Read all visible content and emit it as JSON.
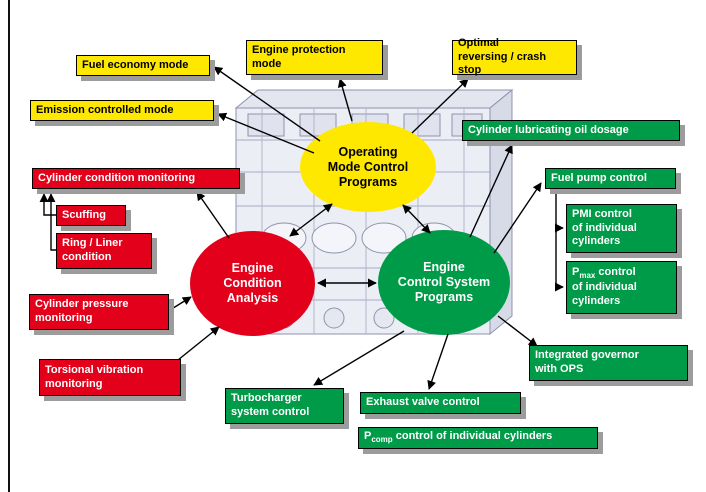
{
  "colors": {
    "yellow": "#ffe800",
    "red": "#e2001a",
    "green": "#009b48",
    "shadow": "#9c9c9c"
  },
  "ellipses": {
    "operating_mode": {
      "label": "Operating\nMode Control\nPrograms"
    },
    "engine_condition": {
      "label": "Engine\nCondition\nAnalysis"
    },
    "engine_control": {
      "label": "Engine\nControl System\nPrograms"
    }
  },
  "yellow_boxes": {
    "fuel_economy": {
      "label": "Fuel economy mode"
    },
    "engine_protection": {
      "label": "Engine protection\nmode"
    },
    "optimal_reversing": {
      "label": "Optimal\nreversing / crash stop"
    },
    "emission_controlled": {
      "label": "Emission controlled mode"
    }
  },
  "red_boxes": {
    "cylinder_condition": {
      "label": "Cylinder condition monitoring"
    },
    "scuffing": {
      "label": "Scuffing"
    },
    "ring_liner": {
      "label": "Ring / Liner\ncondition"
    },
    "cylinder_pressure": {
      "label": "Cylinder pressure\nmonitoring"
    },
    "torsional_vibration": {
      "label": "Torsional vibration\nmonitoring"
    }
  },
  "green_boxes": {
    "cyl_lube": {
      "label": "Cylinder lubricating oil dosage"
    },
    "fuel_pump": {
      "label": "Fuel pump control"
    },
    "pmi": {
      "label": "PMI control\nof individual\ncylinders"
    },
    "pmax": {
      "p": "P",
      "sub": "max",
      "rest": " control\nof individual\ncylinders"
    },
    "governor": {
      "label": "Integrated governor\nwith OPS"
    },
    "turbocharger": {
      "label": "Turbocharger\nsystem control"
    },
    "exhaust_valve": {
      "label": "Exhaust valve control"
    },
    "pcomp": {
      "p": "P",
      "sub": "comp",
      "rest": " control of individual cylinders"
    }
  }
}
